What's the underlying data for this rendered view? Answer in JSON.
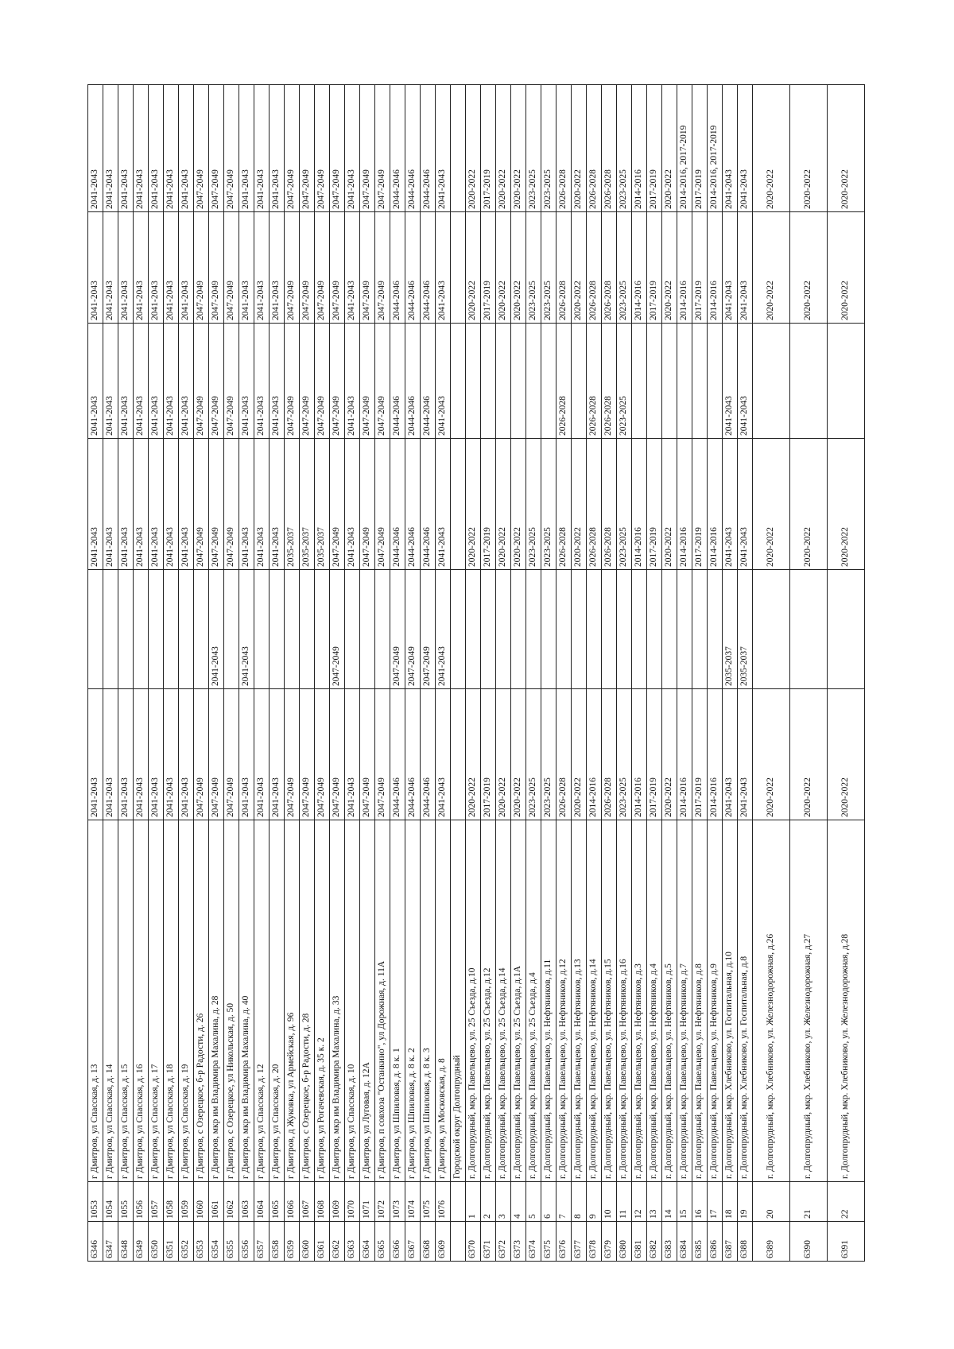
{
  "table": {
    "rows": [
      [
        "6346",
        "1053",
        "г Дмитров, ул Спасская, д. 13",
        "2041-2043",
        "",
        "2041-2043",
        "2041-2043",
        "2041-2043",
        "2041-2043"
      ],
      [
        "6347",
        "1054",
        "г Дмитров, ул Спасская, д. 14",
        "2041-2043",
        "",
        "2041-2043",
        "2041-2043",
        "2041-2043",
        "2041-2043"
      ],
      [
        "6348",
        "1055",
        "г Дмитров, ул Спасская, д. 15",
        "2041-2043",
        "",
        "2041-2043",
        "2041-2043",
        "2041-2043",
        "2041-2043"
      ],
      [
        "6349",
        "1056",
        "г Дмитров, ул Спасская, д. 16",
        "2041-2043",
        "",
        "2041-2043",
        "2041-2043",
        "2041-2043",
        "2041-2043"
      ],
      [
        "6350",
        "1057",
        "г Дмитров, ул Спасская, д. 17",
        "2041-2043",
        "",
        "2041-2043",
        "2041-2043",
        "2041-2043",
        "2041-2043"
      ],
      [
        "6351",
        "1058",
        "г Дмитров, ул Спасская, д. 18",
        "2041-2043",
        "",
        "2041-2043",
        "2041-2043",
        "2041-2043",
        "2041-2043"
      ],
      [
        "6352",
        "1059",
        "г Дмитров, ул Спасская, д. 19",
        "2041-2043",
        "",
        "2041-2043",
        "2041-2043",
        "2041-2043",
        "2041-2043"
      ],
      [
        "6353",
        "1060",
        "г Дмитров, с Озерецкое, б-р Радости, д. 26",
        "2047-2049",
        "",
        "2047-2049",
        "2047-2049",
        "2047-2049",
        "2047-2049"
      ],
      [
        "6354",
        "1061",
        "г Дмитров, мкр им Владимира Махалина, д. 28",
        "2047-2049",
        "2041-2043",
        "2047-2049",
        "2047-2049",
        "2047-2049",
        "2047-2049"
      ],
      [
        "6355",
        "1062",
        "г Дмитров, с Озерецкое, ул Никольская, д. 50",
        "2047-2049",
        "",
        "2047-2049",
        "2047-2049",
        "2047-2049",
        "2047-2049"
      ],
      [
        "6356",
        "1063",
        "г Дмитров, мкр им Владимира Махалина, д. 40",
        "2041-2043",
        "2041-2043",
        "2041-2043",
        "2041-2043",
        "2041-2043",
        "2041-2043"
      ],
      [
        "6357",
        "1064",
        "г Дмитров, ул Спасская, д. 12",
        "2041-2043",
        "",
        "2041-2043",
        "2041-2043",
        "2041-2043",
        "2041-2043"
      ],
      [
        "6358",
        "1065",
        "г Дмитров, ул Спасская, д. 20",
        "2041-2043",
        "",
        "2041-2043",
        "2041-2043",
        "2041-2043",
        "2041-2043"
      ],
      [
        "6359",
        "1066",
        "г Дмитров, д Жуковка, ул Армейская, д. 96",
        "2047-2049",
        "",
        "2035-2037",
        "2047-2049",
        "2047-2049",
        "2047-2049"
      ],
      [
        "6360",
        "1067",
        "г Дмитров, с Озерецкое, б-р Радости, д. 28",
        "2047-2049",
        "",
        "2035-2037",
        "2047-2049",
        "2047-2049",
        "2047-2049"
      ],
      [
        "6361",
        "1068",
        "г Дмитров, ул Рогачевская, д. 35 к. 2",
        "2047-2049",
        "",
        "2035-2037",
        "2047-2049",
        "2047-2049",
        "2047-2049"
      ],
      [
        "6362",
        "1069",
        "г Дмитров, мкр им Владимира Махалина, д. 33",
        "2047-2049",
        "2047-2049",
        "2047-2049",
        "2047-2049",
        "2047-2049",
        "2047-2049"
      ],
      [
        "6363",
        "1070",
        "г Дмитров, ул Спасская, д. 10",
        "2041-2043",
        "",
        "2041-2043",
        "2041-2043",
        "2041-2043",
        "2041-2043"
      ],
      [
        "6364",
        "1071",
        "г Дмитров, ул Луговая, д. 12А",
        "2047-2049",
        "",
        "2047-2049",
        "2047-2049",
        "2047-2049",
        "2047-2049"
      ],
      [
        "6365",
        "1072",
        "г Дмитров, п совхоза \"Останкино\", ул Дорожная, д. 11А",
        "2047-2049",
        "",
        "2047-2049",
        "2047-2049",
        "2047-2049",
        "2047-2049"
      ],
      [
        "6366",
        "1073",
        "г Дмитров, ул Шпиловая, д. 8 к. 1",
        "2044-2046",
        "2047-2049",
        "2044-2046",
        "2044-2046",
        "2044-2046",
        "2044-2046"
      ],
      [
        "6367",
        "1074",
        "г Дмитров, ул Шпиловая, д. 8 к. 2",
        "2044-2046",
        "2047-2049",
        "2044-2046",
        "2044-2046",
        "2044-2046",
        "2044-2046"
      ],
      [
        "6368",
        "1075",
        "г Дмитров, ул Шпиловая, д. 8 к. 3",
        "2044-2046",
        "2047-2049",
        "2044-2046",
        "2044-2046",
        "2044-2046",
        "2044-2046"
      ],
      [
        "6369",
        "1076",
        "г Дмитров, ул Московская, д. 8",
        "2041-2043",
        "2041-2043",
        "2041-2043",
        "2041-2043",
        "2041-2043",
        "2041-2043"
      ],
      [
        "",
        "",
        "Городской округ Долгопрудный",
        "",
        "",
        "",
        "",
        "",
        ""
      ],
      [
        "6370",
        "1",
        "г. Долгопрудный, мкр. Павельцево, ул. 25 Съезда, д.10",
        "2020-2022",
        "",
        "2020-2022",
        "",
        "2020-2022",
        "2020-2022"
      ],
      [
        "6371",
        "2",
        "г. Долгопрудный, мкр. Павельцево, ул. 25 Съезда, д.12",
        "2017-2019",
        "",
        "2017-2019",
        "",
        "2017-2019",
        "2017-2019"
      ],
      [
        "6372",
        "3",
        "г. Долгопрудный, мкр. Павельцево, ул. 25 Съезда, д.14",
        "2020-2022",
        "",
        "2020-2022",
        "",
        "2020-2022",
        "2020-2022"
      ],
      [
        "6373",
        "4",
        "г. Долгопрудный, мкр. Павельцево, ул. 25 Съезда, д.1А",
        "2020-2022",
        "",
        "2020-2022",
        "",
        "2020-2022",
        "2020-2022"
      ],
      [
        "6374",
        "5",
        "г. Долгопрудный, мкр. Павельцево, ул. 25 Съезда, д.4",
        "2023-2025",
        "",
        "2023-2025",
        "",
        "2023-2025",
        "2023-2025"
      ],
      [
        "6375",
        "6",
        "г. Долгопрудный, мкр. Павельцево, ул. Нефтяников, д.11",
        "2023-2025",
        "",
        "2023-2025",
        "",
        "2023-2025",
        "2023-2025"
      ],
      [
        "6376",
        "7",
        "г. Долгопрудный, мкр. Павельцево, ул. Нефтяников, д.12",
        "2026-2028",
        "",
        "2026-2028",
        "2026-2028",
        "2026-2028",
        "2026-2028"
      ],
      [
        "6377",
        "8",
        "г. Долгопрудный, мкр. Павельцево, ул. Нефтяников, д.13",
        "2020-2022",
        "",
        "2020-2022",
        "",
        "2020-2022",
        "2020-2022"
      ],
      [
        "6378",
        "9",
        "г. Долгопрудный, мкр. Павельцево, ул. Нефтяников, д.14",
        "2014-2016",
        "",
        "2026-2028",
        "2026-2028",
        "2026-2028",
        "2026-2028"
      ],
      [
        "6379",
        "10",
        "г. Долгопрудный, мкр. Павельцево, ул. Нефтяников, д.15",
        "2026-2028",
        "",
        "2026-2028",
        "2026-2028",
        "2026-2028",
        "2026-2028"
      ],
      [
        "6380",
        "11",
        "г. Долгопрудный, мкр. Павельцево, ул. Нефтяников, д.16",
        "2023-2025",
        "",
        "2023-2025",
        "2023-2025",
        "2023-2025",
        "2023-2025"
      ],
      [
        "6381",
        "12",
        "г. Долгопрудный, мкр. Павельцево, ул. Нефтяников, д.3",
        "2014-2016",
        "",
        "2014-2016",
        "",
        "2014-2016",
        "2014-2016"
      ],
      [
        "6382",
        "13",
        "г. Долгопрудный, мкр. Павельцево, ул. Нефтяников, д.4",
        "2017-2019",
        "",
        "2017-2019",
        "",
        "2017-2019",
        "2017-2019"
      ],
      [
        "6383",
        "14",
        "г. Долгопрудный, мкр. Павельцево, ул. Нефтяников, д.5",
        "2020-2022",
        "",
        "2020-2022",
        "",
        "2020-2022",
        "2020-2022"
      ],
      [
        "6384",
        "15",
        "г. Долгопрудный, мкр. Павельцево, ул. Нефтяников, д.7",
        "2014-2016",
        "",
        "2014-2016",
        "",
        "2014-2016",
        "2014-2016, 2017-2019"
      ],
      [
        "6385",
        "16",
        "г. Долгопрудный, мкр. Павельцево, ул. Нефтяников, д.8",
        "2017-2019",
        "",
        "2017-2019",
        "",
        "2017-2019",
        "2017-2019"
      ],
      [
        "6386",
        "17",
        "г. Долгопрудный, мкр. Павельцево, ул. Нефтяников, д.9",
        "2014-2016",
        "",
        "2014-2016",
        "",
        "2014-2016",
        "2014-2016, 2017-2019"
      ],
      [
        "6387",
        "18",
        "г. Долгопрудный, мкр. Хлебниково, ул. Госпитальная, д.10",
        "2041-2043",
        "2035-2037",
        "2041-2043",
        "2041-2043",
        "2041-2043",
        "2041-2043"
      ],
      [
        "6388",
        "19",
        "г. Долгопрудный, мкр. Хлебниково, ул. Госпитальная, д.8",
        "2041-2043",
        "2035-2037",
        "2041-2043",
        "2041-2043",
        "2041-2043",
        "2041-2043"
      ],
      [
        "6389",
        "20",
        "г. Долгопрудный, мкр. Хлебниково, ул. Железнодорожная, д.26",
        "2020-2022",
        "",
        "2020-2022",
        "",
        "2020-2022",
        "2020-2022"
      ],
      [
        "6390",
        "21",
        "г. Долгопрудный, мкр. Хлебниково, ул. Железнодорожная, д.27",
        "2020-2022",
        "",
        "2020-2022",
        "",
        "2020-2022",
        "2020-2022"
      ],
      [
        "6391",
        "22",
        "г. Долгопрудный, мкр. Хлебниково, ул. Железнодорожная, д.28",
        "2020-2022",
        "",
        "2020-2022",
        "",
        "2020-2022",
        "2020-2022"
      ]
    ]
  }
}
